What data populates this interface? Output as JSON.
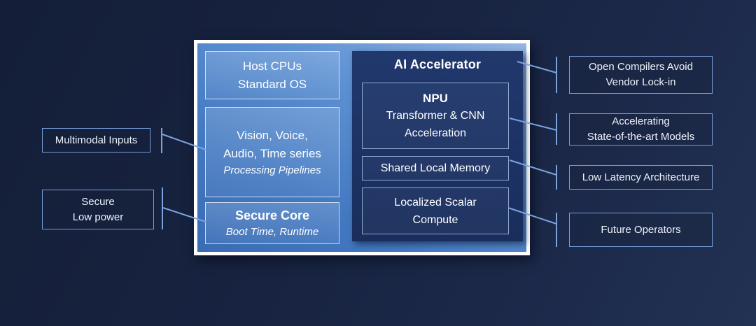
{
  "colors": {
    "background_dark": "#16213d",
    "background_light": "#223253",
    "panel_border": "#ffffff",
    "panel_gradient_light": "#96b6e3",
    "panel_gradient_dark": "#3a6cb5",
    "accelerator_fill": "#1c3264",
    "connector_line": "#7ba4de",
    "label_border": "#769edb",
    "text": "#ffffff"
  },
  "main_panel": {
    "host": {
      "line1": "Host CPUs",
      "line2": "Standard OS"
    },
    "pipelines": {
      "line1": "Vision, Voice,",
      "line2": "Audio, Time series",
      "subtitle": "Processing Pipelines"
    },
    "secure_core": {
      "title": "Secure Core",
      "subtitle": "Boot Time, Runtime"
    },
    "accelerator": {
      "title": "AI Accelerator",
      "npu": {
        "title": "NPU",
        "line1": "Transformer & CNN",
        "line2": "Acceleration"
      },
      "shared_memory": {
        "label": "Shared Local Memory"
      },
      "scalar": {
        "line1": "Localized Scalar",
        "line2": "Compute"
      }
    }
  },
  "left_labels": [
    {
      "lines": [
        "Multimodal Inputs"
      ]
    },
    {
      "lines": [
        "Secure",
        "Low power"
      ]
    }
  ],
  "right_labels": [
    {
      "lines": [
        "Open Compilers Avoid",
        "Vendor Lock-in"
      ]
    },
    {
      "lines": [
        "Accelerating",
        "State-of-the-art Models"
      ]
    },
    {
      "lines": [
        "Low Latency Architecture"
      ]
    },
    {
      "lines": [
        "Future Operators"
      ]
    }
  ]
}
